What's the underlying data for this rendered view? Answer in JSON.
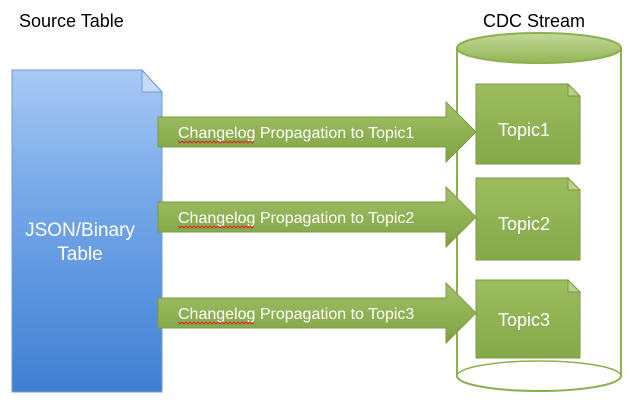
{
  "headings": {
    "source": "Source Table",
    "cdc": "CDC Stream"
  },
  "source_table": {
    "line1": "JSON/Binary",
    "line2": "Table"
  },
  "arrows": [
    {
      "label": "Changelog Propagation to Topic1"
    },
    {
      "label": "Changelog Propagation to Topic2"
    },
    {
      "label": "Changelog Propagation to Topic3"
    }
  ],
  "topics": [
    {
      "label": "Topic1"
    },
    {
      "label": "Topic2"
    },
    {
      "label": "Topic3"
    }
  ],
  "colors": {
    "source_fill": "#5d97e0",
    "arrow_fill": "#8db04e",
    "topic_fill": "#8db04e",
    "cylinder_stroke": "#8db04e",
    "cylinder_top": "#a9c96f"
  }
}
